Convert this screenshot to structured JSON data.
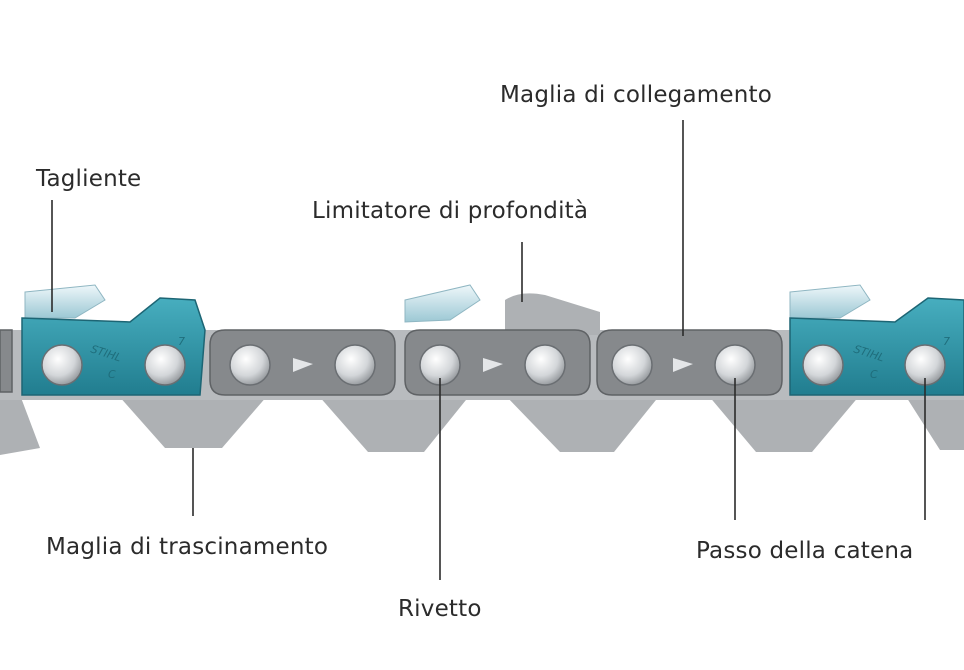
{
  "labels": {
    "cutter": "Tagliente",
    "tie_strap": "Maglia di collegamento",
    "depth_gauge": "Limitatore di profondità",
    "drive_link": "Maglia di trascinamento",
    "rivet": "Rivetto",
    "pitch": "Passo della catena"
  },
  "stamps": {
    "left_cutter_brand": "STIHL",
    "left_cutter_mark": "C",
    "left_cutter_num": "7",
    "right_cutter_brand": "STIHL",
    "right_cutter_mark": "C",
    "right_cutter_num": "7"
  },
  "colors": {
    "cutter_teal": "#2f93a6",
    "link_gray": "#8a8d90",
    "drive_gray": "#a9acaf",
    "rivet_silver": "#dcdfe2",
    "chrome": "#c9e4ec",
    "leader_line": "#2b2b2b"
  }
}
